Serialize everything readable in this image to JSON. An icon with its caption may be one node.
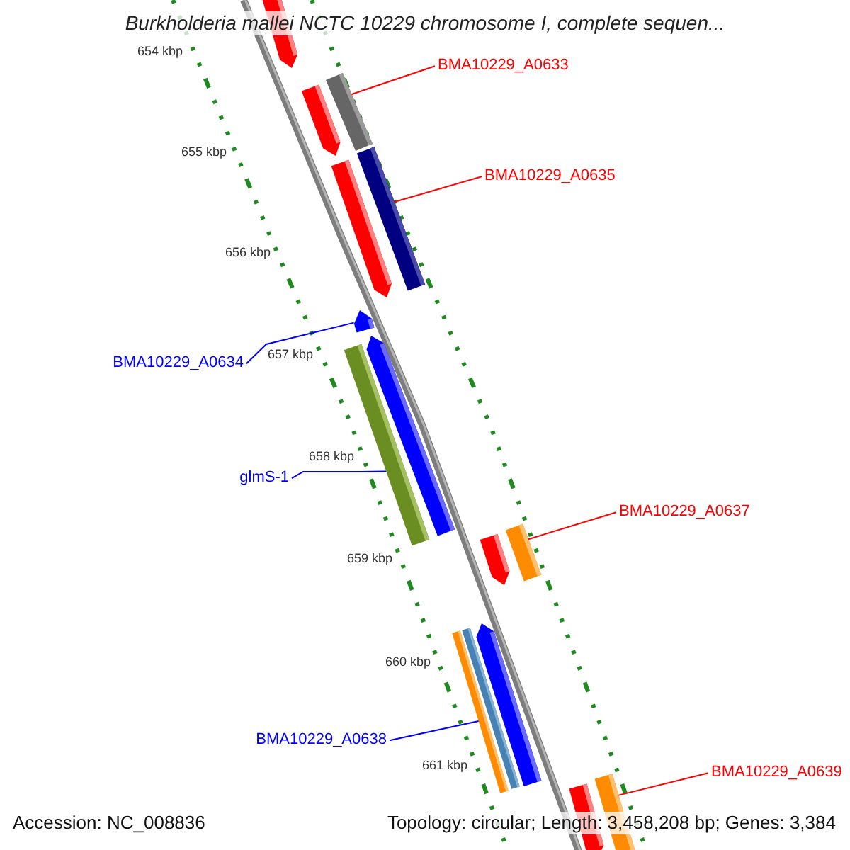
{
  "diagram": {
    "title": "Burkholderia mallei NCTC 10229 chromosome I, complete sequen...",
    "nodes": [
      {
        "text": [
          "BMA10229_A0633"
        ]
      },
      {
        "text": [
          "BMA10229_A0635"
        ]
      },
      {
        "text": [
          "BMA10229_A0634"
        ]
      },
      {
        "text": [
          "glmS-1"
        ]
      },
      {
        "text": [
          "BMA10229_A0637"
        ]
      },
      {
        "text": [
          "BMA10229_A0638"
        ]
      },
      {
        "text": [
          "BMA10229_A0639"
        ]
      },
      {
        "text": [],
        "shape": "pentagon"
      },
      {
        "text": [],
        "shape": "bar"
      },
      {
        "text": [],
        "shape": "pentagon"
      },
      {
        "text": [],
        "shape": "bar"
      },
      {
        "text": [],
        "shape": "pentagon"
      },
      {
        "text": [],
        "shape": "pentagon"
      },
      {
        "text": [],
        "shape": "pentagon"
      },
      {
        "text": [],
        "shape": "bar"
      },
      {
        "text": [],
        "shape": "bar"
      },
      {
        "text": [],
        "shape": "pentagon"
      },
      {
        "text": [],
        "shape": "pentagon"
      },
      {
        "text": [],
        "shape": "bar"
      },
      {
        "text": [],
        "shape": "bar"
      },
      {
        "text": [],
        "shape": "bar"
      },
      {
        "text": [],
        "shape": "pentagon"
      }
    ],
    "edges": [
      {
        "from": 0,
        "to": 8,
        "arrow": "none",
        "color": "#ff0000"
      },
      {
        "from": 1,
        "to": 10,
        "arrow": "none",
        "color": "#ff0000"
      },
      {
        "from": 2,
        "to": 12,
        "arrow": "none",
        "color": "#0000ff"
      },
      {
        "from": 3,
        "to": 14,
        "arrow": "none",
        "color": "#0000ff"
      },
      {
        "from": 4,
        "to": 15,
        "arrow": "none",
        "color": "#ff0000"
      },
      {
        "from": 5,
        "to": 19,
        "arrow": "none",
        "color": "#0000ff"
      },
      {
        "from": 6,
        "to": 20,
        "arrow": "none",
        "color": "#ff0000"
      }
    ],
    "labels": [
      "654 kbp",
      "655 kbp",
      "656 kbp",
      "657 kbp",
      "658 kbp",
      "659 kbp",
      "660 kbp",
      "661 kbp",
      "Accession: NC_008836",
      "Topology: circular; Length: 3,458,208 bp; Genes: 3,384"
    ]
  }
}
